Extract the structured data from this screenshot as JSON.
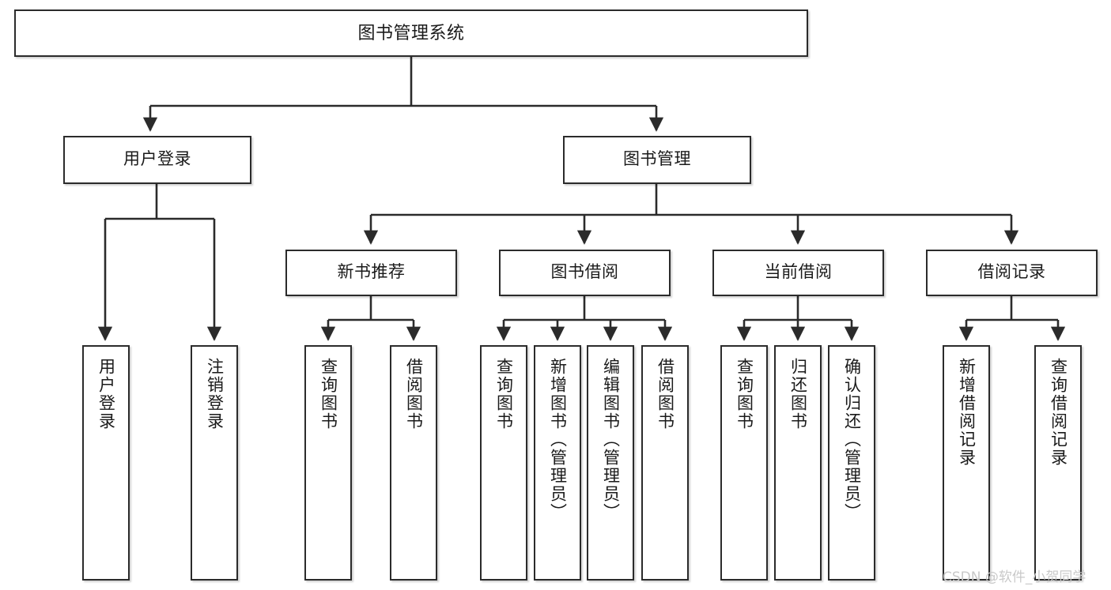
{
  "diagram": {
    "type": "tree-hierarchy",
    "title": "图书管理系统",
    "orientation": "top-down",
    "watermark": "CSDN @软件_小贺同学",
    "colors": {
      "box_border": "#2b2b2b",
      "box_fill": "#ffffff",
      "edge": "#2b2b2b",
      "text": "#1a1a1a",
      "watermark": "#c9c9c9",
      "background": "#ffffff"
    }
  },
  "nodes": {
    "root": {
      "id": "root",
      "label": "图书管理系统",
      "level": 0,
      "orientation": "horizontal"
    },
    "l1": [
      {
        "id": "user-login",
        "label": "用户登录",
        "level": 1,
        "orientation": "horizontal"
      },
      {
        "id": "book-manage",
        "label": "图书管理",
        "level": 1,
        "orientation": "horizontal"
      }
    ],
    "l2": [
      {
        "id": "new-book-rec",
        "label": "新书推荐",
        "level": 2,
        "orientation": "horizontal",
        "parent": "book-manage"
      },
      {
        "id": "book-borrow",
        "label": "图书借阅",
        "level": 2,
        "orientation": "horizontal",
        "parent": "book-manage"
      },
      {
        "id": "current-borrow",
        "label": "当前借阅",
        "level": 2,
        "orientation": "horizontal",
        "parent": "book-manage"
      },
      {
        "id": "borrow-record",
        "label": "借阅记录",
        "level": 2,
        "orientation": "horizontal",
        "parent": "book-manage"
      }
    ],
    "leaves": [
      {
        "id": "leaf-user-login",
        "label": "用户登录",
        "parent": "user-login",
        "orientation": "vertical"
      },
      {
        "id": "leaf-logout",
        "label": "注销登录",
        "parent": "user-login",
        "orientation": "vertical"
      },
      {
        "id": "leaf-query-book-1",
        "label": "查询图书",
        "parent": "new-book-rec",
        "orientation": "vertical"
      },
      {
        "id": "leaf-borrow-book-1",
        "label": "借阅图书",
        "parent": "new-book-rec",
        "orientation": "vertical"
      },
      {
        "id": "leaf-query-book-2",
        "label": "查询图书",
        "parent": "book-borrow",
        "orientation": "vertical"
      },
      {
        "id": "leaf-add-book",
        "label": "新增图书（管理员）",
        "parent": "book-borrow",
        "orientation": "vertical"
      },
      {
        "id": "leaf-edit-book",
        "label": "编辑图书（管理员）",
        "parent": "book-borrow",
        "orientation": "vertical"
      },
      {
        "id": "leaf-borrow-book-2",
        "label": "借阅图书",
        "parent": "book-borrow",
        "orientation": "vertical"
      },
      {
        "id": "leaf-query-book-3",
        "label": "查询图书",
        "parent": "current-borrow",
        "orientation": "vertical"
      },
      {
        "id": "leaf-return-book",
        "label": "归还图书",
        "parent": "current-borrow",
        "orientation": "vertical"
      },
      {
        "id": "leaf-confirm-return",
        "label": "确认归还（管理员）",
        "parent": "current-borrow",
        "orientation": "vertical"
      },
      {
        "id": "leaf-add-record",
        "label": "新增借阅记录",
        "parent": "borrow-record",
        "orientation": "vertical"
      },
      {
        "id": "leaf-query-record",
        "label": "查询借阅记录",
        "parent": "borrow-record",
        "orientation": "vertical"
      }
    ]
  }
}
